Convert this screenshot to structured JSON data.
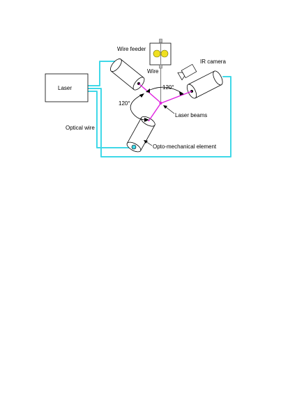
{
  "diagram": {
    "labels": {
      "laser": "Laser",
      "wire_feeder": "Wire feeder",
      "wire": "Wire",
      "ir_camera": "IR camera",
      "angle_top": "120°",
      "angle_left": "120°",
      "laser_beams": "Laser beams",
      "optical_wire": "Optical wire",
      "opto_mechanical_element": "Opto-mechanical element"
    },
    "colors": {
      "optical_fiber": "#3fd8e8",
      "laser_beam": "#e020e0",
      "feeder_rollers": "#f0e020",
      "stroke": "#000000",
      "fill": "#ffffff"
    }
  }
}
